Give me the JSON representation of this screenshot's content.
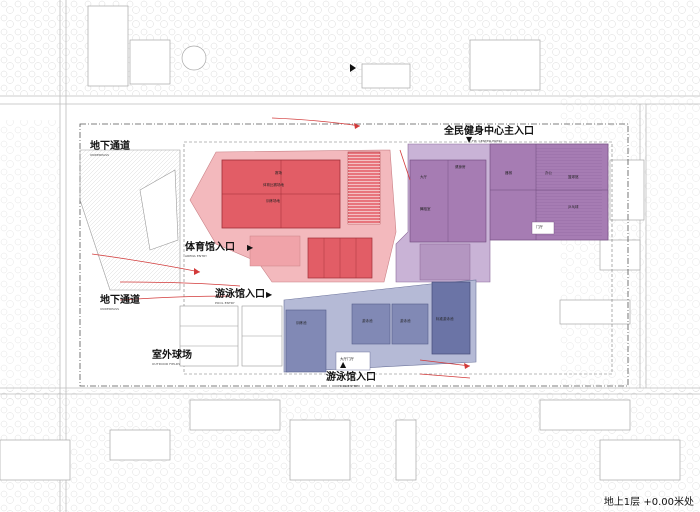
{
  "labels": {
    "fitness_entry": "全民健身中心主入口",
    "fitness_entry_en": "FIT. CENTER ENTRY",
    "gym_entry": "体育馆入口",
    "gym_entry_en": "ARENA ENTRY",
    "pool_entry_1": "游泳馆入口",
    "pool_entry_1_en": "POOL ENTRY",
    "pool_entry_2": "游泳馆入口",
    "pool_entry_2_en": "POOL ENTRY",
    "underpass_1": "地下通道",
    "underpass_1_en": "UNDERPASS",
    "underpass_2": "地下通道",
    "underpass_2_en": "UNDERPASS",
    "outdoor_court": "室外球场",
    "outdoor_court_en": "OUTDOOR FIELDS"
  },
  "rooms": {
    "arena": "赛场",
    "arena_court": "体育比赛场地",
    "arena_court2": "训练场地",
    "fitness_hall": "篮球馆",
    "pool1": "训练池",
    "pool2": "游泳池",
    "pool3": "标准游泳池",
    "room1": "大厅",
    "room2": "健身房",
    "room3": "舞蹈室",
    "room4": "器械",
    "room5": "办公",
    "room6": "乒乓球",
    "room7": "门厅",
    "room8": "大厅门厅"
  },
  "caption": "地上1层  +0.00米处",
  "colors": {
    "red_zone": "#e0505a",
    "red_light": "#f3b9bd",
    "purple_zone": "#a67cb3",
    "purple_light": "#c9b3d6",
    "blue_zone": "#8189b5",
    "blue_light": "#b5bad6",
    "arrow_red": "#d23a3a"
  }
}
